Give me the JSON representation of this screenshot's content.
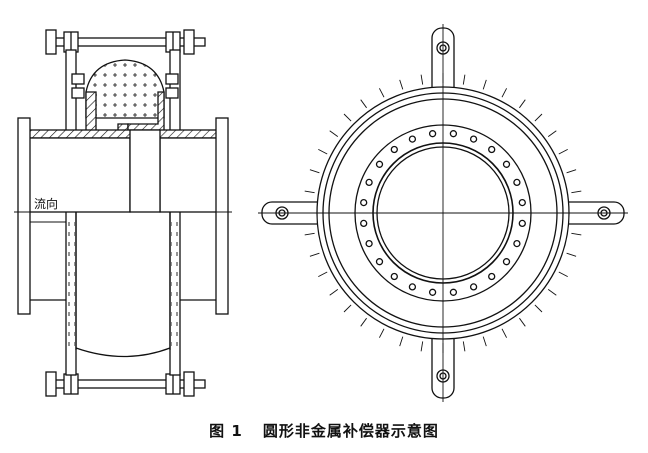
{
  "figure": {
    "number": "图 1",
    "title": "圆形非金属补偿器示意图"
  },
  "side_view": {
    "flow_label": "流向"
  }
}
